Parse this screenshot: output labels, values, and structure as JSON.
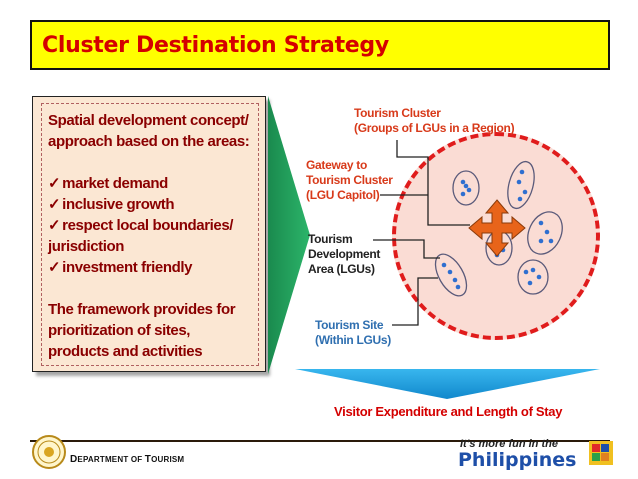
{
  "title": "Cluster Destination Strategy",
  "left_panel": {
    "intro_line1": "Spatial development concept/",
    "intro_line2": "approach based on the areas:",
    "items": [
      "market demand",
      "inclusive growth",
      "respect local boundaries/",
      "jurisdiction",
      "investment friendly"
    ],
    "framework_line1": "The framework provides for",
    "framework_line2": "prioritization of sites,",
    "framework_line3": "products and activities"
  },
  "diagram": {
    "cluster_label_line1": "Tourism Cluster",
    "cluster_label_line2": "(Groups of LGUs in a Region)",
    "gateway_line1": "Gateway to",
    "gateway_line2": "Tourism Cluster",
    "gateway_line3": "(LGU Capitol)",
    "tda_line1": "Tourism",
    "tda_line2": "Development",
    "tda_line3": "Area (LGUs)",
    "site_line1": "Tourism Site",
    "site_line2": "(Within LGUs)"
  },
  "bottom_caption": "Visitor Expenditure and Length of Stay",
  "footer": {
    "dept_big1": "D",
    "dept_small1": "EPARTMENT OF ",
    "dept_big2": "T",
    "dept_small2": "OURISM",
    "slogan_line1": "It's more fun in the",
    "slogan_line2": "Philippines"
  },
  "colors": {
    "title_bg": "#ffff00",
    "title_text": "#d40000",
    "panel_text": "#8a0000",
    "circle_fill": "#fadcd4",
    "circle_border": "#e01c1c",
    "arrow_green": "#1f9a5a",
    "arrow_blue": "#1aa0e0",
    "gateway_orange": "#e8641a"
  }
}
